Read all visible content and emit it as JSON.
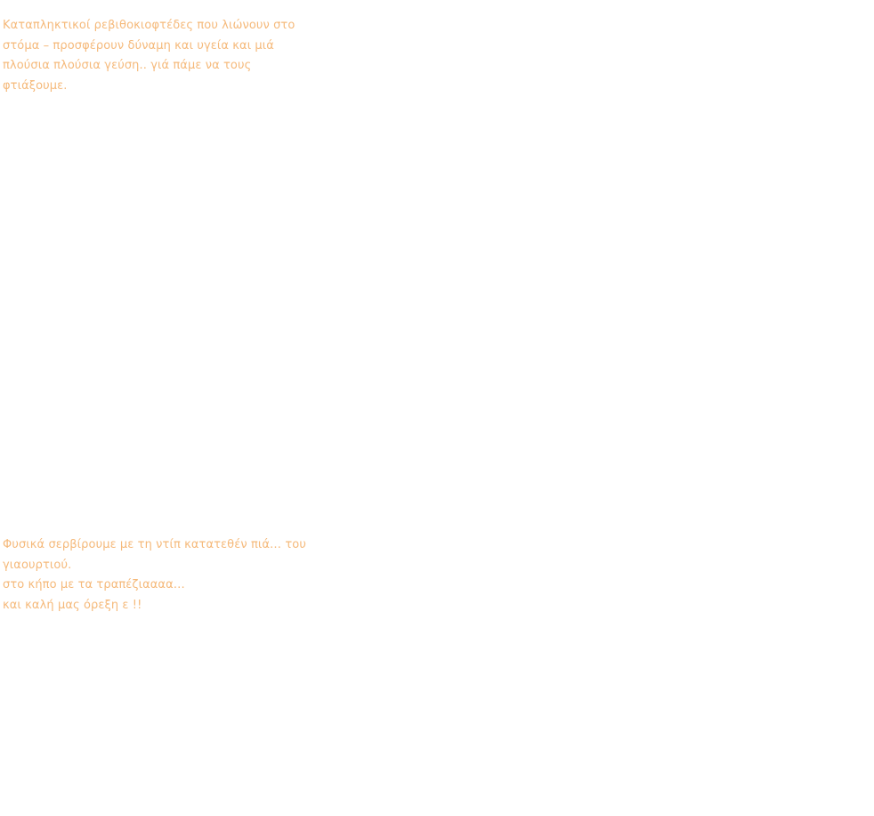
{
  "intro": {
    "lines": [
      "Καταπληκτικοί ρεβιθοκιοφτέδες που λιώνουν στο",
      "στόμα – προσφέρουν δύναμη και υγεία και μιά",
      "πλούσια πλούσια γεύση.. γιά πάμε να τους",
      "φτιάξουμε."
    ]
  },
  "outro": {
    "lines": [
      "Φυσικά σερβίρουμε με τη ντίπ κατατεθέν πιά… του",
      "γιαουρτιού.",
      "στο κήπο με τα τραπέζιαααα…",
      "και καλή μας όρεξη ε !!"
    ]
  },
  "colors": {
    "text": "#f5b97a",
    "background": "#ffffff"
  }
}
